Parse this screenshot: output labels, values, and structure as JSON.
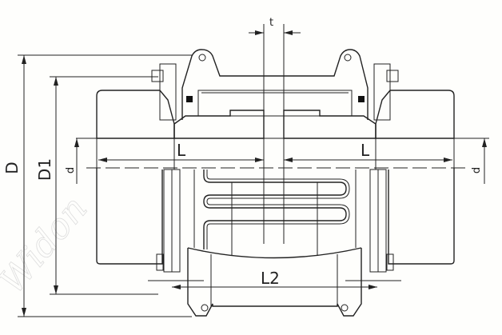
{
  "drawing": {
    "title": "Serpentine spring coupling dimension drawing",
    "watermark": "Widon",
    "dimensions": {
      "D": "D",
      "D1": "D1",
      "d_left": "d",
      "d_right": "d",
      "L_left": "L",
      "L_right": "L",
      "L2": "L2",
      "t": "t"
    },
    "colors": {
      "line": "#222222",
      "background": "#fefefc",
      "watermark": "#dddddd"
    }
  }
}
